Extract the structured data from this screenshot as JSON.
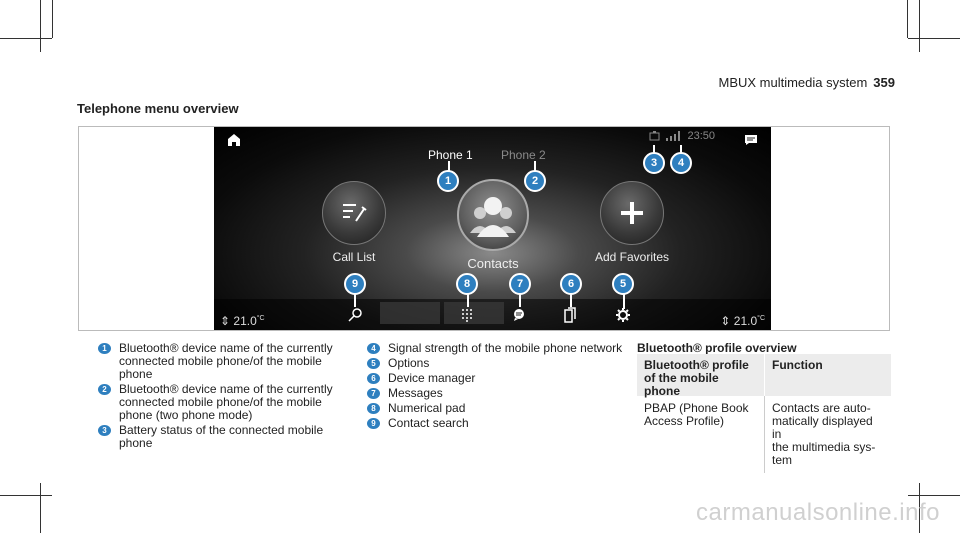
{
  "header": {
    "running_title": "MBUX multimedia system",
    "page_number": "359"
  },
  "section_title": "Telephone menu overview",
  "screen": {
    "status_time": "23:50",
    "tabs": [
      "Phone 1",
      "Phone 2"
    ],
    "buttons": {
      "call_list": "Call List",
      "contacts": "Contacts",
      "add_favorites": "Add Favorites"
    },
    "temp_left": "21.0",
    "temp_right": "21.0",
    "temp_unit": "°C",
    "callouts": [
      "1",
      "2",
      "3",
      "4",
      "5",
      "6",
      "7",
      "8",
      "9"
    ]
  },
  "legend_left": [
    {
      "num": "1",
      "text": "Bluetooth® device name of the currently\nconnected mobile phone/of the mobile\nphone"
    },
    {
      "num": "2",
      "text": "Bluetooth® device name of the currently\nconnected mobile phone/of the mobile\nphone (two phone mode)"
    },
    {
      "num": "3",
      "text": "Battery status of the connected mobile\nphone"
    }
  ],
  "legend_mid": [
    {
      "num": "4",
      "text": "Signal strength of the mobile phone network"
    },
    {
      "num": "5",
      "text": "Options"
    },
    {
      "num": "6",
      "text": "Device manager"
    },
    {
      "num": "7",
      "text": "Messages"
    },
    {
      "num": "8",
      "text": "Numerical pad"
    },
    {
      "num": "9",
      "text": "Contact search"
    }
  ],
  "bt_profile": {
    "title": "Bluetooth® profile overview",
    "headers": [
      "Bluetooth® profile\nof the mobile phone",
      "Function"
    ],
    "row": [
      "PBAP (Phone Book\nAccess Profile)",
      "Contacts are auto-\nmatically displayed in\nthe multimedia sys-\ntem"
    ]
  },
  "watermark": "carmanualsonline.info",
  "colors": {
    "callout": "#2e7fbf"
  }
}
